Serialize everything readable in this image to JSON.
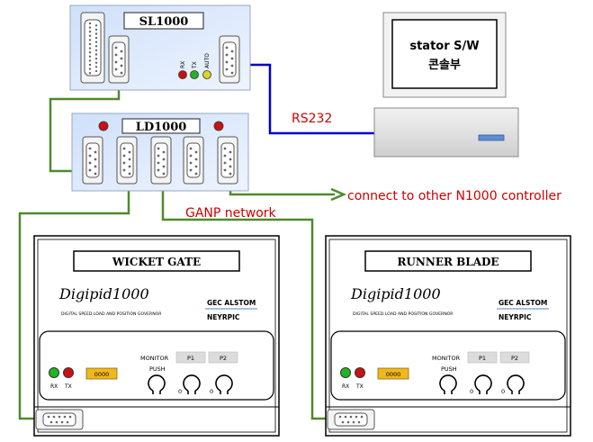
{
  "sl1000": {
    "title": "SL1000",
    "led_labels": [
      "RX",
      "TX",
      "AUTO"
    ],
    "led_colors": [
      "#cc1111",
      "#22b422",
      "#d8d820"
    ]
  },
  "ld1000": {
    "title": "LD1000"
  },
  "pc": {
    "line1": "stator S/W",
    "line2": "콘솔부"
  },
  "links": {
    "rs232": "RS232",
    "ganp": "GANP network",
    "connect": "connect to other N1000 controller"
  },
  "wicket": {
    "title": "WICKET GATE",
    "brand": "Digipid1000",
    "maker": "GEC ALSTOM",
    "maker2": "NEYRPIC",
    "subtitle": "DIGITAL SPEED LOAD AND POSITION GOVERNOR",
    "rx": "RX",
    "tx": "TX",
    "display": "0000",
    "monitor": "MONITOR",
    "p1": "P1",
    "p2": "P2",
    "push": "PUSH",
    "zero1": "0",
    "zero2": "0"
  },
  "runner": {
    "title": "RUNNER BLADE",
    "brand": "Digipid1000",
    "maker": "GEC ALSTOM",
    "maker2": "NEYRPIC",
    "subtitle": "DIGITAL SPEED LOAD AND POSITION GOVERNOR",
    "rx": "RX",
    "tx": "TX",
    "display": "0000",
    "monitor": "MONITOR",
    "p1": "P1",
    "p2": "P2",
    "push": "PUSH",
    "zero1": "0",
    "zero2": "0"
  },
  "colors": {
    "green_wire": "#4f8a2a",
    "blue_wire": "#0000cc",
    "red_text": "#cc0000",
    "box_blue": "#dde9fb"
  }
}
